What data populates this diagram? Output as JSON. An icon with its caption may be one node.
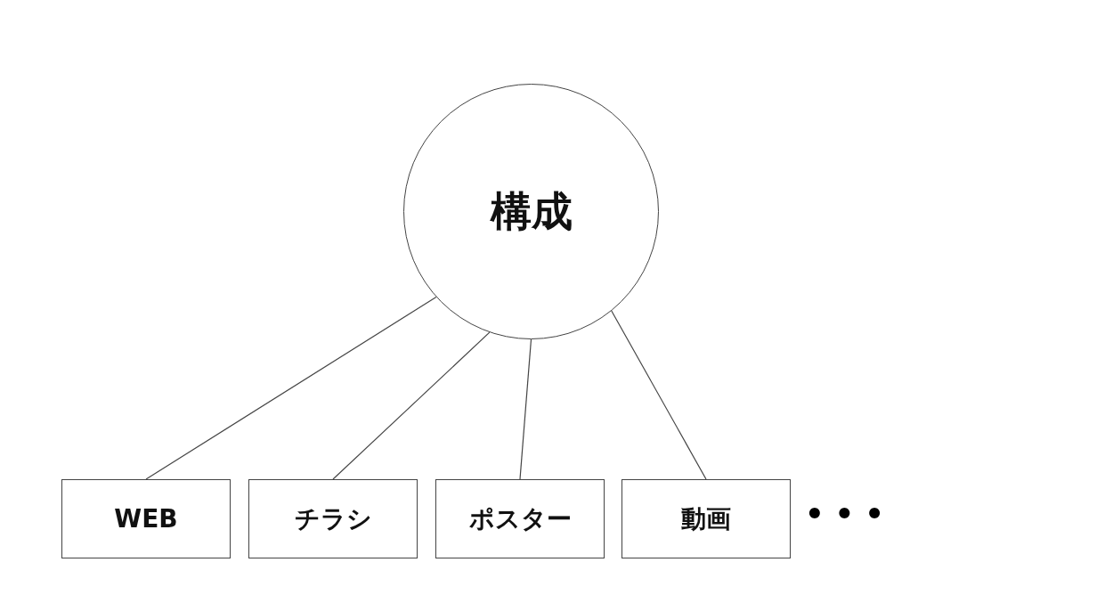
{
  "diagram": {
    "nodes": [
      {
        "text": [
          "構成"
        ]
      },
      {
        "text": [
          "WEB"
        ]
      },
      {
        "text": [
          "チラシ"
        ]
      },
      {
        "text": [
          "ポスター"
        ]
      },
      {
        "text": [
          "動画"
        ]
      }
    ],
    "edges": [
      {
        "from": 0,
        "to": 1,
        "arrow": "none"
      },
      {
        "from": 0,
        "to": 2,
        "arrow": "none"
      },
      {
        "from": 0,
        "to": 3,
        "arrow": "none"
      },
      {
        "from": 0,
        "to": 4,
        "arrow": "none"
      }
    ],
    "labels": [
      "• • •"
    ]
  }
}
